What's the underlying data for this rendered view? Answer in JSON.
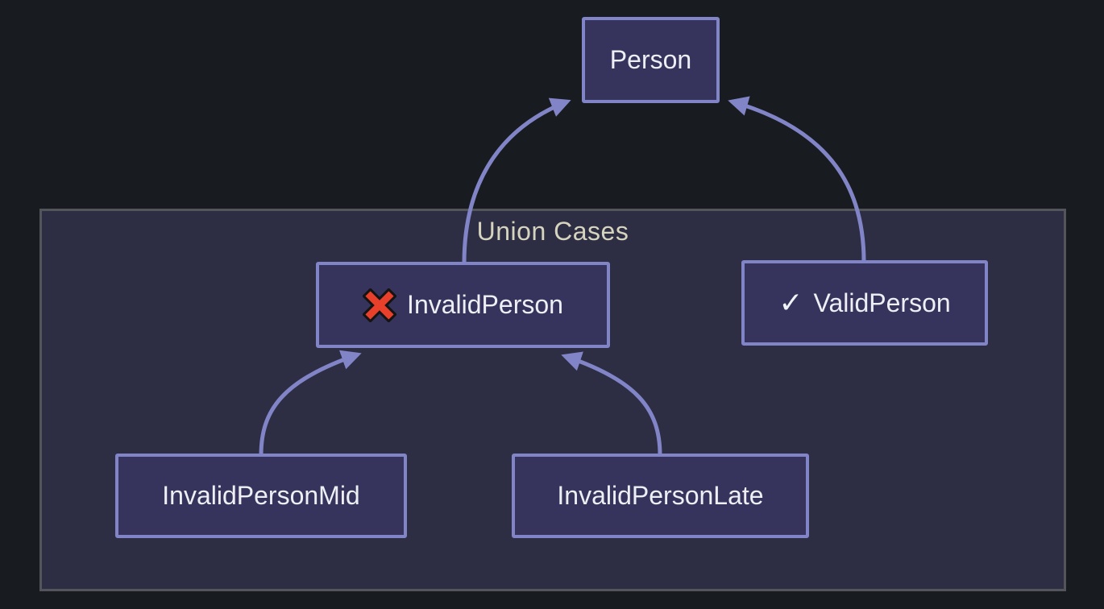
{
  "diagram": {
    "type": "flowchart-inheritance",
    "background_color": "#181B1F",
    "cluster": {
      "label": "Union Cases",
      "fill": "#2D2D44",
      "border_color": "#54555B",
      "label_color": "#D6D3BE"
    },
    "node_style": {
      "fill": "#36345C",
      "border_color": "#8184C7",
      "text_color": "#EDEFF4"
    },
    "edge_color": "#8184C7",
    "nodes": [
      {
        "id": "person",
        "label": "Person"
      },
      {
        "id": "invalidPerson",
        "label": "InvalidPerson",
        "icon": "cross-mark-icon",
        "icon_glyph": "❌",
        "icon_color": "#E8402A"
      },
      {
        "id": "validPerson",
        "label": "ValidPerson",
        "icon": "check-mark-icon",
        "icon_glyph": "✓",
        "icon_color": "#F2F3F6"
      },
      {
        "id": "invalidPersonMid",
        "label": "InvalidPersonMid"
      },
      {
        "id": "invalidPersonLate",
        "label": "InvalidPersonLate"
      }
    ],
    "edges": [
      {
        "from": "invalidPerson",
        "to": "person",
        "arrow": "triangle"
      },
      {
        "from": "validPerson",
        "to": "person",
        "arrow": "triangle"
      },
      {
        "from": "invalidPersonMid",
        "to": "invalidPerson",
        "arrow": "triangle"
      },
      {
        "from": "invalidPersonLate",
        "to": "invalidPerson",
        "arrow": "triangle"
      }
    ]
  }
}
